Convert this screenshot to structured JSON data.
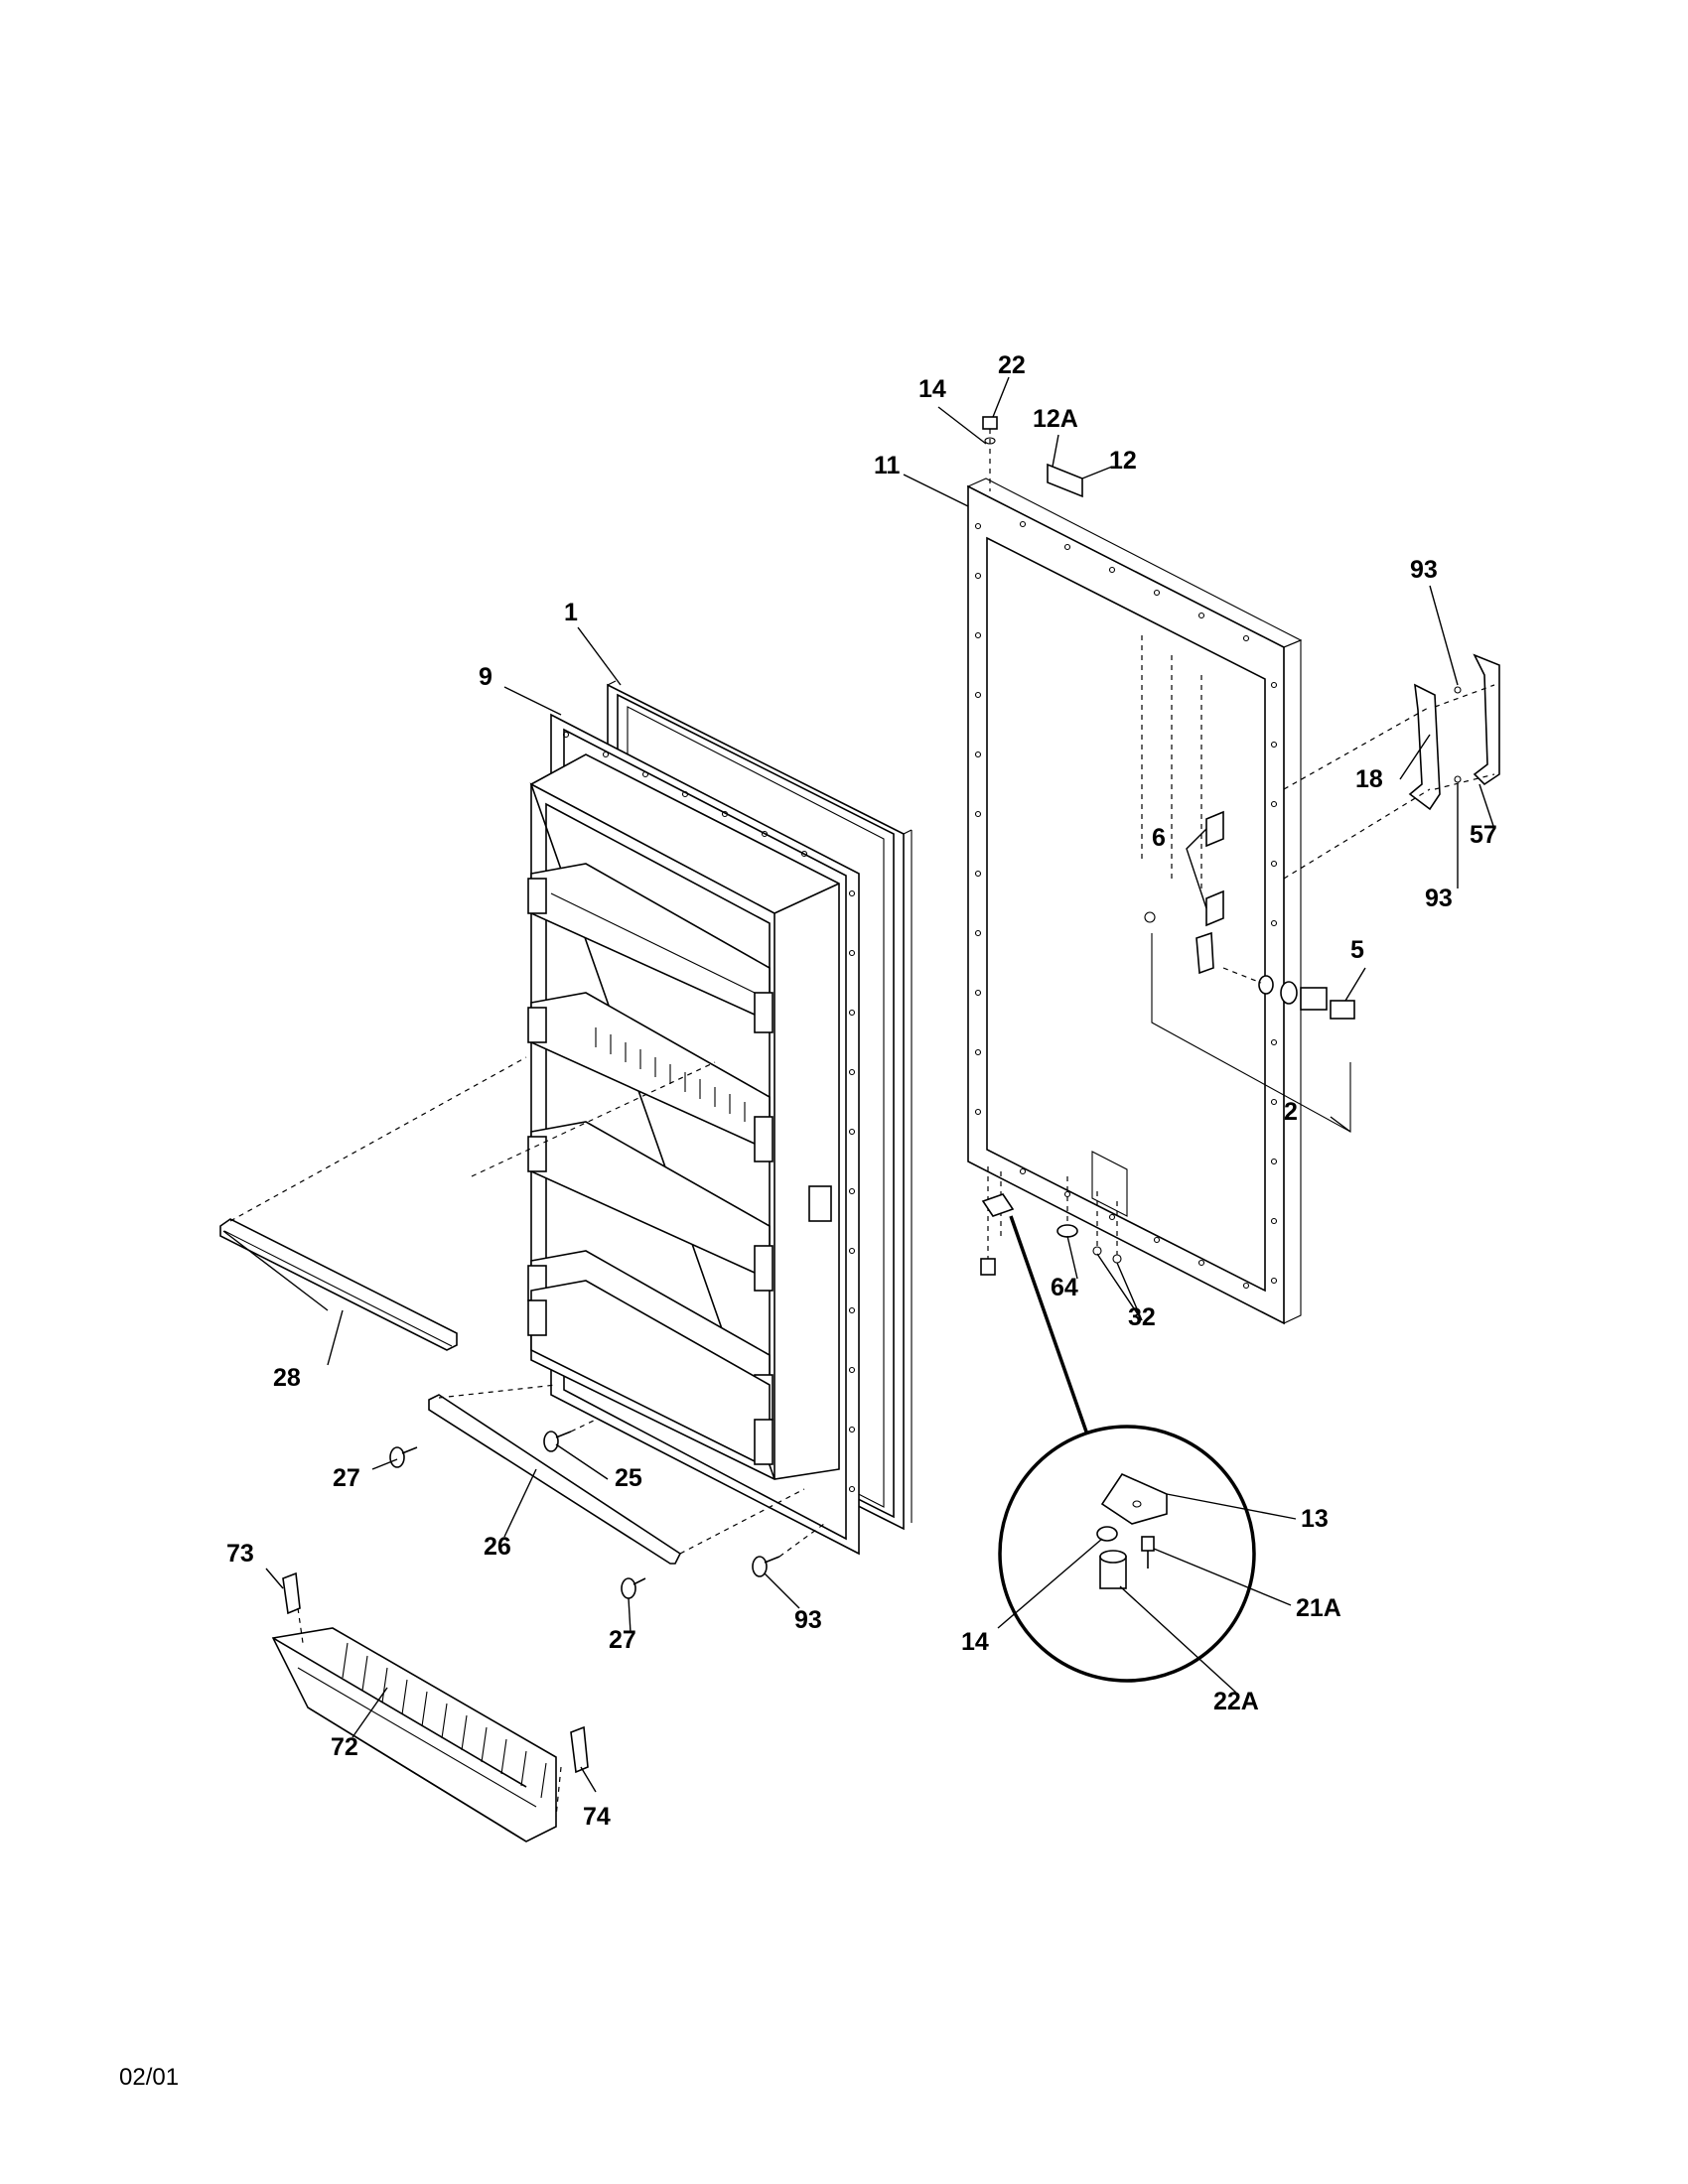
{
  "labels": {
    "p1": "1",
    "p2": "2",
    "p5": "5",
    "p6": "6",
    "p9": "9",
    "p11": "11",
    "p12": "12",
    "p12a": "12A",
    "p13": "13",
    "p14_top": "14",
    "p14_detail": "14",
    "p18": "18",
    "p21a": "21A",
    "p22_top": "22",
    "p22a": "22A",
    "p25": "25",
    "p26": "26",
    "p27_a": "27",
    "p27_b": "27",
    "p28": "28",
    "p32": "32",
    "p57": "57",
    "p64": "64",
    "p72": "72",
    "p73": "73",
    "p74": "74",
    "p93_a": "93",
    "p93_b": "93",
    "p93_c": "93"
  },
  "footer": {
    "date_code": "02/01"
  }
}
